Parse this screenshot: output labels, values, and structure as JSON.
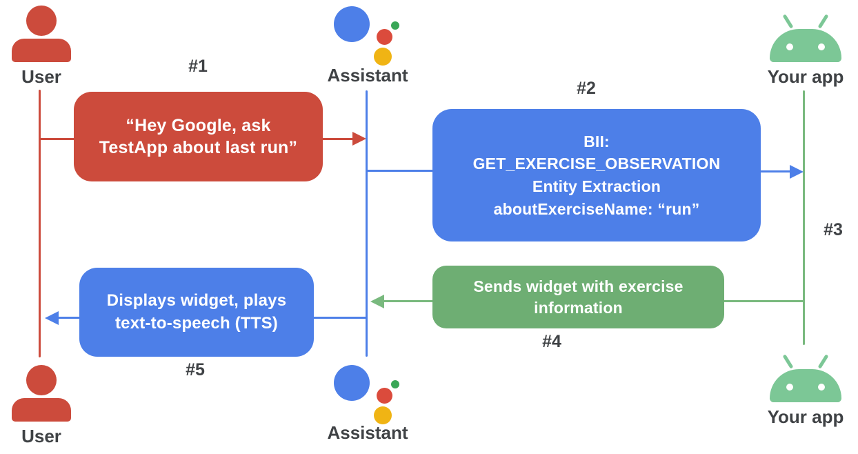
{
  "actors": {
    "user_top": "User",
    "assistant_top": "Assistant",
    "app_top": "Your app",
    "user_bottom": "User",
    "assistant_bottom": "Assistant",
    "app_bottom": "Your app"
  },
  "step_labels": {
    "step1": "#1",
    "step2": "#2",
    "step3": "#3",
    "step4": "#4",
    "step5": "#5"
  },
  "messages": {
    "query": {
      "lines": [
        "“Hey Google, ask",
        "TestApp about last run”"
      ]
    },
    "bii": {
      "lines": [
        "BII:",
        "GET_EXERCISE_OBSERVATION",
        "Entity Extraction",
        "aboutExerciseName: “run”"
      ]
    },
    "widget": {
      "lines": [
        "Sends widget with exercise",
        "information"
      ]
    },
    "tts": {
      "lines": [
        "Displays widget, plays",
        "text-to-speech (TTS)"
      ]
    }
  },
  "icons": {
    "user": "person-icon",
    "assistant": "google-assistant-logo",
    "app": "android-robot-icon"
  },
  "colors": {
    "red": "#CC4B3C",
    "blue": "#4D7FE8",
    "green_box": "#6EAE73",
    "green_line": "#79B97E",
    "android_green": "#7CC796",
    "logo_red": "#DB4B3C",
    "logo_yellow": "#F0B414",
    "logo_green": "#3AA757",
    "label_gray": "#3F4245"
  }
}
